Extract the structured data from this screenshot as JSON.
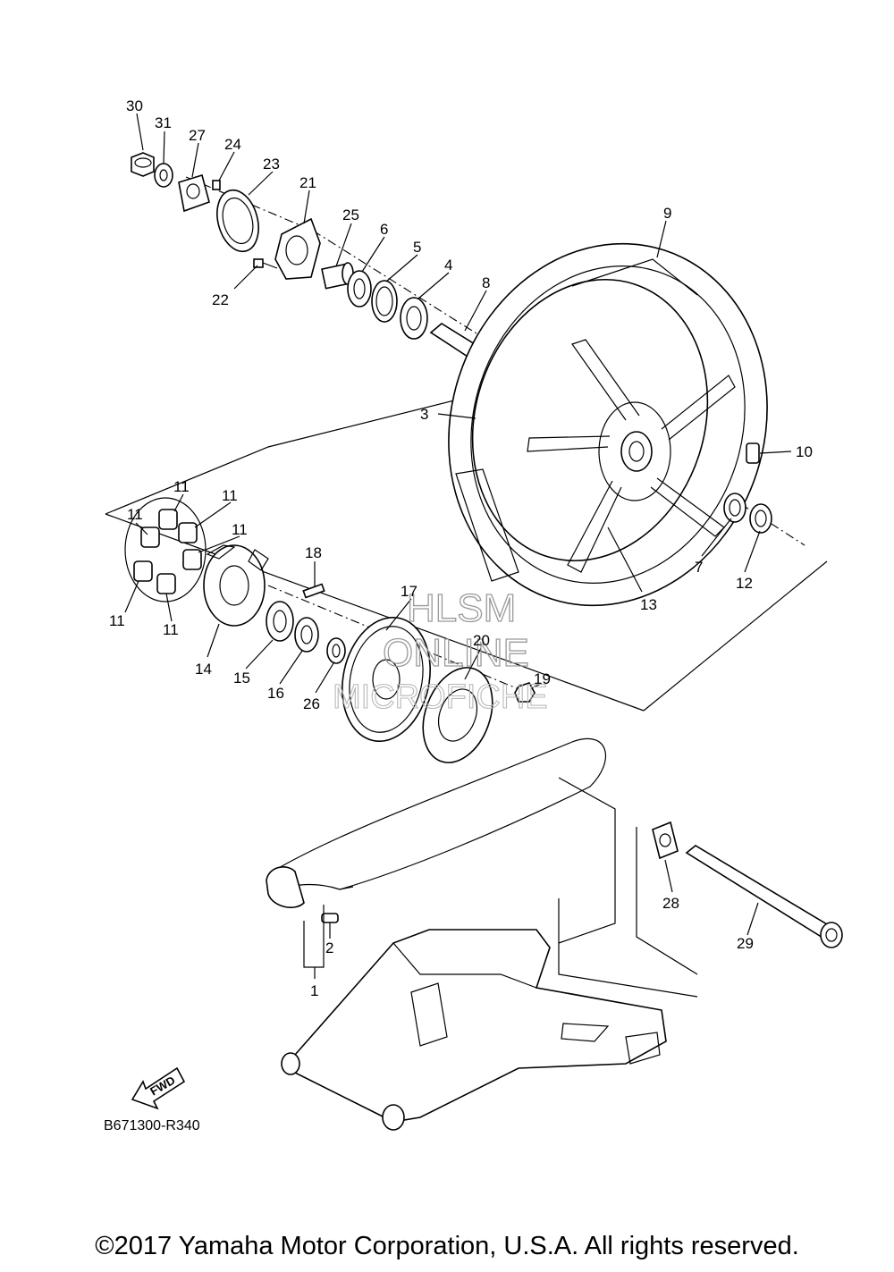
{
  "callouts": [
    {
      "id": "30",
      "label": "30"
    },
    {
      "id": "31",
      "label": "31"
    },
    {
      "id": "27",
      "label": "27"
    },
    {
      "id": "24",
      "label": "24"
    },
    {
      "id": "23",
      "label": "23"
    },
    {
      "id": "21",
      "label": "21"
    },
    {
      "id": "22",
      "label": "22"
    },
    {
      "id": "25",
      "label": "25"
    },
    {
      "id": "6",
      "label": "6"
    },
    {
      "id": "5",
      "label": "5"
    },
    {
      "id": "4",
      "label": "4"
    },
    {
      "id": "8",
      "label": "8"
    },
    {
      "id": "9",
      "label": "9"
    },
    {
      "id": "3",
      "label": "3"
    },
    {
      "id": "10",
      "label": "10"
    },
    {
      "id": "7",
      "label": "7"
    },
    {
      "id": "12",
      "label": "12"
    },
    {
      "id": "13",
      "label": "13"
    },
    {
      "id": "11a",
      "label": "11"
    },
    {
      "id": "11b",
      "label": "11"
    },
    {
      "id": "11c",
      "label": "11"
    },
    {
      "id": "11d",
      "label": "11"
    },
    {
      "id": "11e",
      "label": "11"
    },
    {
      "id": "11f",
      "label": "11"
    },
    {
      "id": "18",
      "label": "18"
    },
    {
      "id": "17",
      "label": "17"
    },
    {
      "id": "20",
      "label": "20"
    },
    {
      "id": "19",
      "label": "19"
    },
    {
      "id": "14",
      "label": "14"
    },
    {
      "id": "15",
      "label": "15"
    },
    {
      "id": "16",
      "label": "16"
    },
    {
      "id": "26",
      "label": "26"
    },
    {
      "id": "28",
      "label": "28"
    },
    {
      "id": "29",
      "label": "29"
    },
    {
      "id": "2",
      "label": "2"
    },
    {
      "id": "1",
      "label": "1"
    }
  ],
  "diagram_code": "B671300-R340",
  "fwd_label": "FWD",
  "watermark": {
    "line1": "HLSM",
    "line2": "ONLINE",
    "line3": "MICROFICHE"
  },
  "copyright": "©2017 Yamaha Motor Corporation, U.S.A. All rights reserved."
}
